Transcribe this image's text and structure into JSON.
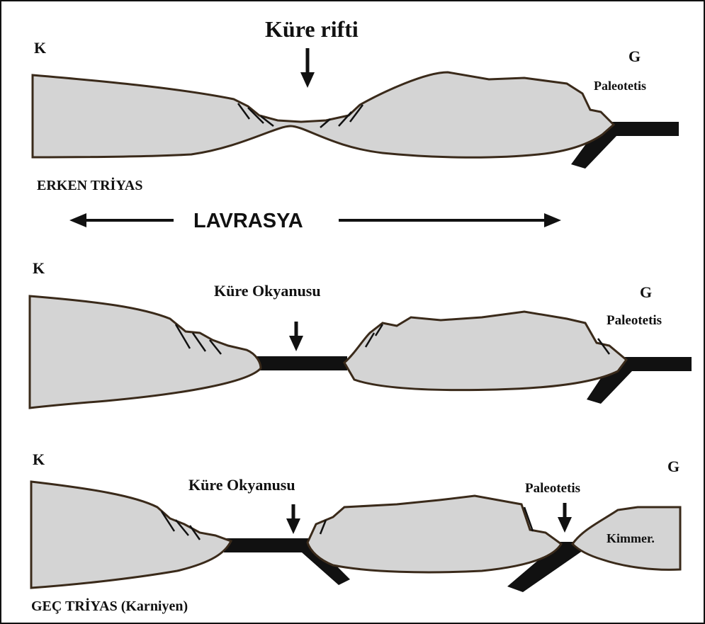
{
  "figure": {
    "colors": {
      "crust_fill": "#d4d4d4",
      "outline": "#3a2a1a",
      "oceanic_plate": "#111111",
      "text": "#111111"
    },
    "panel1": {
      "north": "K",
      "south": "G",
      "title": "Küre rifti",
      "paleotethys": "Paleotetis",
      "period": "ERKEN TRİYAS"
    },
    "lavrasya": "LAVRASYA",
    "panel2": {
      "north": "K",
      "south": "G",
      "ocean": "Küre Okyanusu",
      "paleotethys": "Paleotetis"
    },
    "panel3": {
      "north": "K",
      "south": "G",
      "ocean": "Küre Okyanusu",
      "paleotethys": "Paleotetis",
      "kimmer": "Kimmer.",
      "period": "GEÇ TRİYAS (Karniyen)"
    }
  }
}
